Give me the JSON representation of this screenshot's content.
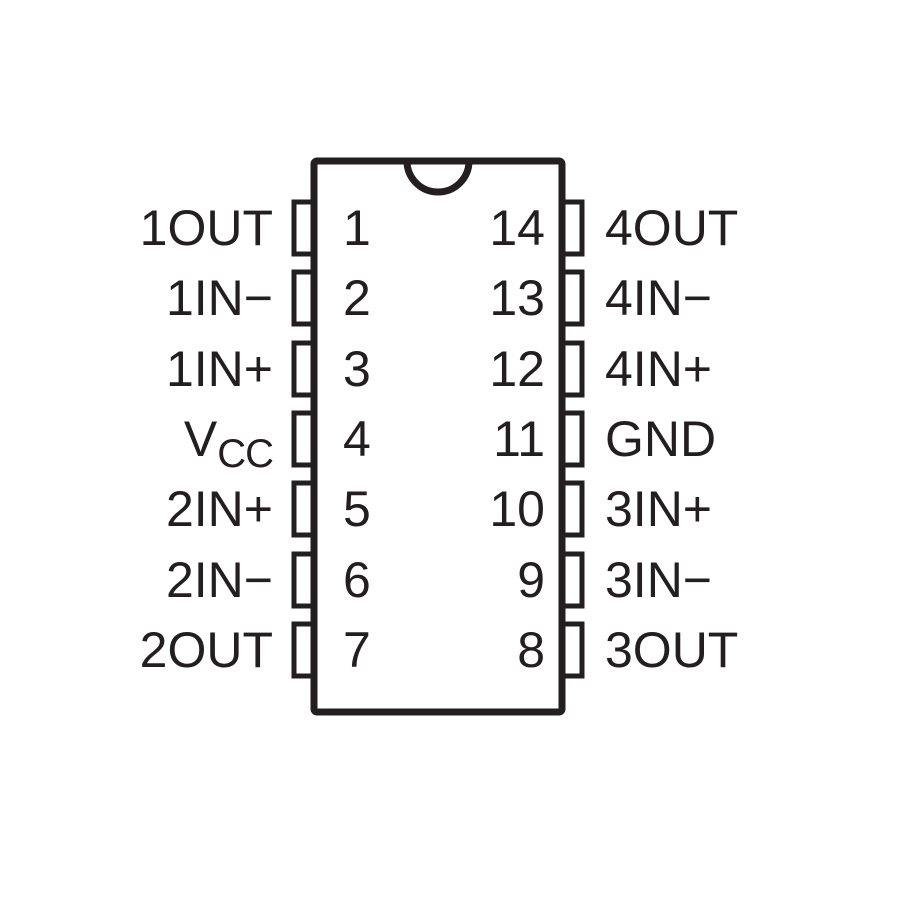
{
  "diagram": {
    "type": "ic-pinout",
    "package": "14-pin dual in-line, top view",
    "pin_count": 14
  },
  "colors": {
    "ink": "#231f20",
    "background": "#ffffff"
  },
  "pins": {
    "left": [
      {
        "number": "1",
        "label": "1OUT"
      },
      {
        "number": "2",
        "label": "1IN−"
      },
      {
        "number": "3",
        "label": "1IN+"
      },
      {
        "number": "4",
        "label": "V",
        "label_subscript": "CC"
      },
      {
        "number": "5",
        "label": "2IN+"
      },
      {
        "number": "6",
        "label": "2IN−"
      },
      {
        "number": "7",
        "label": "2OUT"
      }
    ],
    "right": [
      {
        "number": "14",
        "label": "4OUT"
      },
      {
        "number": "13",
        "label": "4IN−"
      },
      {
        "number": "12",
        "label": "4IN+"
      },
      {
        "number": "11",
        "label": "GND"
      },
      {
        "number": "10",
        "label": "3IN+"
      },
      {
        "number": "9",
        "label": "3IN−"
      },
      {
        "number": "8",
        "label": "3OUT"
      }
    ]
  }
}
